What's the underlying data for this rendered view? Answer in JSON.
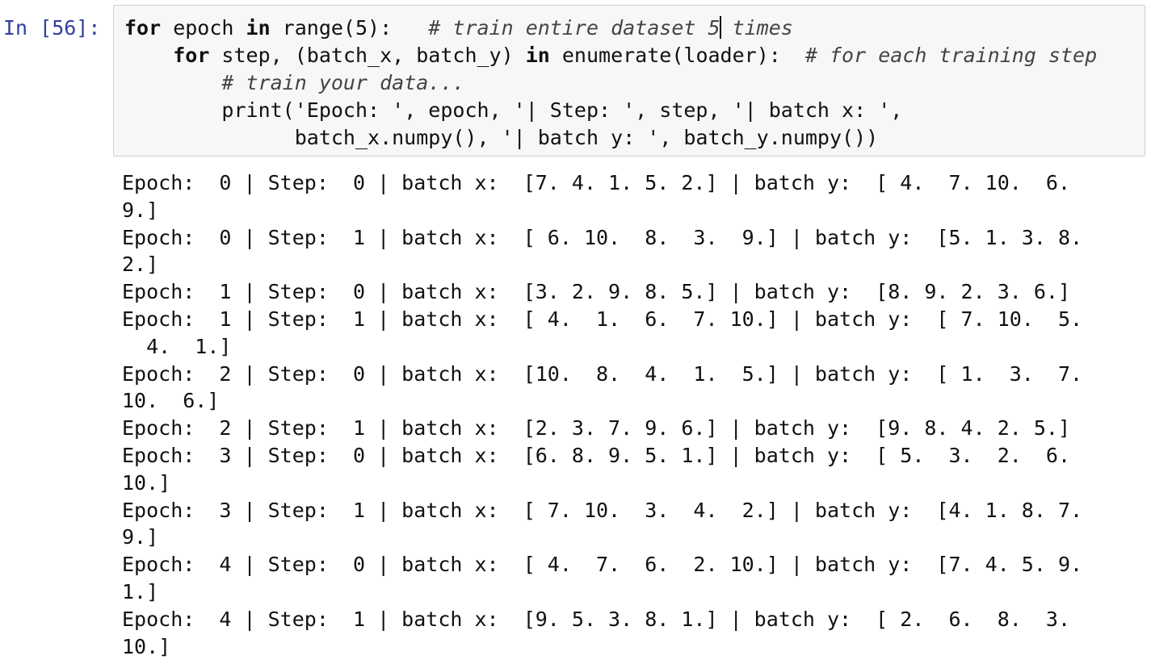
{
  "cell": {
    "prompt": "In [56]:",
    "code_lines": [
      {
        "indent": "",
        "parts": [
          {
            "t": "for",
            "c": "kw"
          },
          {
            "t": " epoch ",
            "c": ""
          },
          {
            "t": "in",
            "c": "kw"
          },
          {
            "t": " range(5):   ",
            "c": ""
          },
          {
            "t": "# train entire dataset 5",
            "c": "cm"
          },
          {
            "t": "",
            "c": "cursor"
          },
          {
            "t": " times",
            "c": "cm"
          }
        ]
      },
      {
        "indent": "    ",
        "parts": [
          {
            "t": "for",
            "c": "kw"
          },
          {
            "t": " step, (batch_x, batch_y) ",
            "c": ""
          },
          {
            "t": "in",
            "c": "kw"
          },
          {
            "t": " enumerate(loader):  ",
            "c": ""
          },
          {
            "t": "# for each training step",
            "c": "cm"
          }
        ]
      },
      {
        "indent": "        ",
        "parts": [
          {
            "t": "# train your data...",
            "c": "cm"
          }
        ]
      },
      {
        "indent": "        ",
        "parts": [
          {
            "t": "print('Epoch: ', epoch, '| Step: ', step, '| batch x: ',",
            "c": ""
          }
        ]
      },
      {
        "indent": "              ",
        "parts": [
          {
            "t": "batch_x.numpy(), '| batch y: ', batch_y.numpy())",
            "c": ""
          }
        ]
      }
    ]
  },
  "output_lines": [
    "Epoch:  0 | Step:  0 | batch x:  [7. 4. 1. 5. 2.] | batch y:  [ 4.  7. 10.  6.",
    "9.]",
    "Epoch:  0 | Step:  1 | batch x:  [ 6. 10.  8.  3.  9.] | batch y:  [5. 1. 3. 8.",
    "2.]",
    "Epoch:  1 | Step:  0 | batch x:  [3. 2. 9. 8. 5.] | batch y:  [8. 9. 2. 3. 6.]",
    "Epoch:  1 | Step:  1 | batch x:  [ 4.  1.  6.  7. 10.] | batch y:  [ 7. 10.  5.",
    "  4.  1.]",
    "Epoch:  2 | Step:  0 | batch x:  [10.  8.  4.  1.  5.] | batch y:  [ 1.  3.  7.",
    "10.  6.]",
    "Epoch:  2 | Step:  1 | batch x:  [2. 3. 7. 9. 6.] | batch y:  [9. 8. 4. 2. 5.]",
    "Epoch:  3 | Step:  0 | batch x:  [6. 8. 9. 5. 1.] | batch y:  [ 5.  3.  2.  6.",
    "10.]",
    "Epoch:  3 | Step:  1 | batch x:  [ 7. 10.  3.  4.  2.] | batch y:  [4. 1. 8. 7.",
    "9.]",
    "Epoch:  4 | Step:  0 | batch x:  [ 4.  7.  6.  2. 10.] | batch y:  [7. 4. 5. 9.",
    "1.]",
    "Epoch:  4 | Step:  1 | batch x:  [9. 5. 3. 8. 1.] | batch y:  [ 2.  6.  8.  3.",
    "10.]"
  ]
}
